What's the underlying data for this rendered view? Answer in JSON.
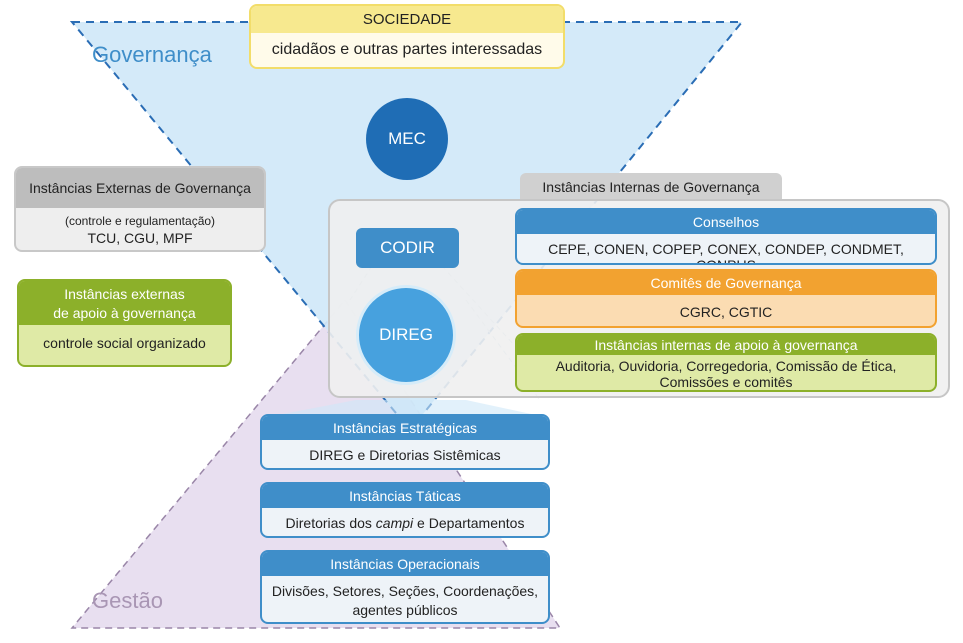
{
  "regions": {
    "governanca_label": "Governança",
    "gestao_label": "Gestão"
  },
  "sociedade": {
    "title": "SOCIEDADE",
    "text": "cidadãos e outras partes interessadas"
  },
  "mec": {
    "label": "MEC"
  },
  "codir": {
    "label": "CODIR"
  },
  "direg": {
    "label": "DIREG"
  },
  "externas_governanca": {
    "title": "Instâncias Externas de Governança",
    "subtitle": "(controle e regulamentação)",
    "text": "TCU, CGU, MPF"
  },
  "externas_apoio": {
    "title_line1": "Instâncias externas",
    "title_line2": "de apoio à governança",
    "text": "controle social organizado"
  },
  "internas": {
    "title": "Instâncias Internas de Governança",
    "conselhos": {
      "title": "Conselhos",
      "text": "CEPE, CONEN, COPEP, CONEX, CONDEP, CONDMET, CONPUS"
    },
    "comites": {
      "title": "Comitês de Governança",
      "text": "CGRC, CGTIC"
    },
    "apoio": {
      "title": "Instâncias internas de apoio à governança",
      "text_line1": "Auditoria, Ouvidoria, Corregedoria, Comissão de Ética,",
      "text_line2": "Comissões e comitês"
    }
  },
  "estrategicas": {
    "title": "Instâncias Estratégicas",
    "text": "DIREG e Diretorias Sistêmicas"
  },
  "taticas": {
    "title": "Instâncias Táticas",
    "text_before": "Diretorias dos ",
    "text_italic": "campi",
    "text_after": " e Departamentos"
  },
  "operacionais": {
    "title": "Instâncias Operacionais",
    "text_line1": "Divisões, Setores, Seções, Coordenações,",
    "text_line2": "agentes públicos"
  },
  "colors": {
    "governance_fill": "#cfe8f8",
    "governance_stroke": "#2a6db5",
    "management_fill": "#e8dff0",
    "management_stroke": "#9a86a8",
    "blue_header": "#3f8ec9",
    "blue_light": "#eef3f8",
    "orange_header": "#f2a230",
    "orange_light": "#fbdcb2",
    "green_header": "#8cb02a",
    "green_light": "#dfeaa6",
    "gray_header": "#bdbdbd",
    "gray_light": "#eeeeee",
    "yellow_border": "#f2dd6a",
    "mec_blue": "#1f6db5",
    "codir_blue": "#3f8ec9",
    "direg_blue": "#47a1de"
  }
}
